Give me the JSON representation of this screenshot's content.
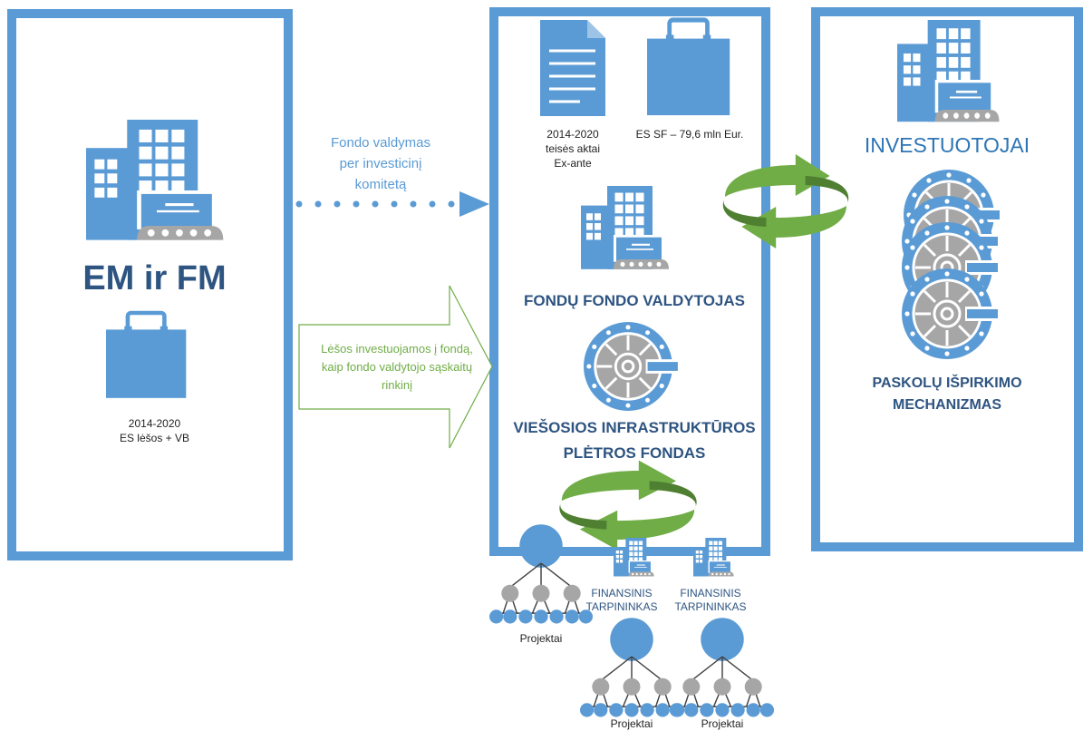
{
  "left_panel": {
    "title": "EM ir FM",
    "funds_line1": "2014-2020",
    "funds_line2": "ES lėšos + VB"
  },
  "arrow_top": {
    "line1": "Fondo valdymas",
    "line2": "per investicinį",
    "line3": "komitetą"
  },
  "arrow_bottom": {
    "line1": "Lėšos investuojamos į fondą,",
    "line2": "kaip fondo valdytojo sąskaitų",
    "line3": "rinkinį"
  },
  "middle_panel": {
    "doc_line1": "2014-2020",
    "doc_line2": "teisės aktai",
    "doc_line3": "Ex-ante",
    "bag_label": "ES SF – 79,6  mln Eur.",
    "manager_title": "FONDŲ FONDO VALDYTOJAS",
    "fund_line1": "VIEŠOSIOS INFRASTRUKTŪROS",
    "fund_line2": "PLĖTROS FONDAS"
  },
  "right_panel": {
    "title": "INVESTUOTOJAI",
    "mech_line1": "PASKOLŲ IŠPIRKIMO",
    "mech_line2": "MECHANIZMAS"
  },
  "bottom": {
    "projects_1": "Projektai",
    "intermediary_1_line1": "FINANSINIS",
    "intermediary_1_line2": "TARPININKAS",
    "intermediary_2_line1": "FINANSINIS",
    "intermediary_2_line2": "TARPININKAS",
    "projects_2": "Projektai",
    "projects_3": "Projektai"
  },
  "colors": {
    "blue": "#5b9bd5",
    "dark_blue": "#2e5481",
    "green": "#70ad47",
    "gray": "#a6a6a6"
  }
}
